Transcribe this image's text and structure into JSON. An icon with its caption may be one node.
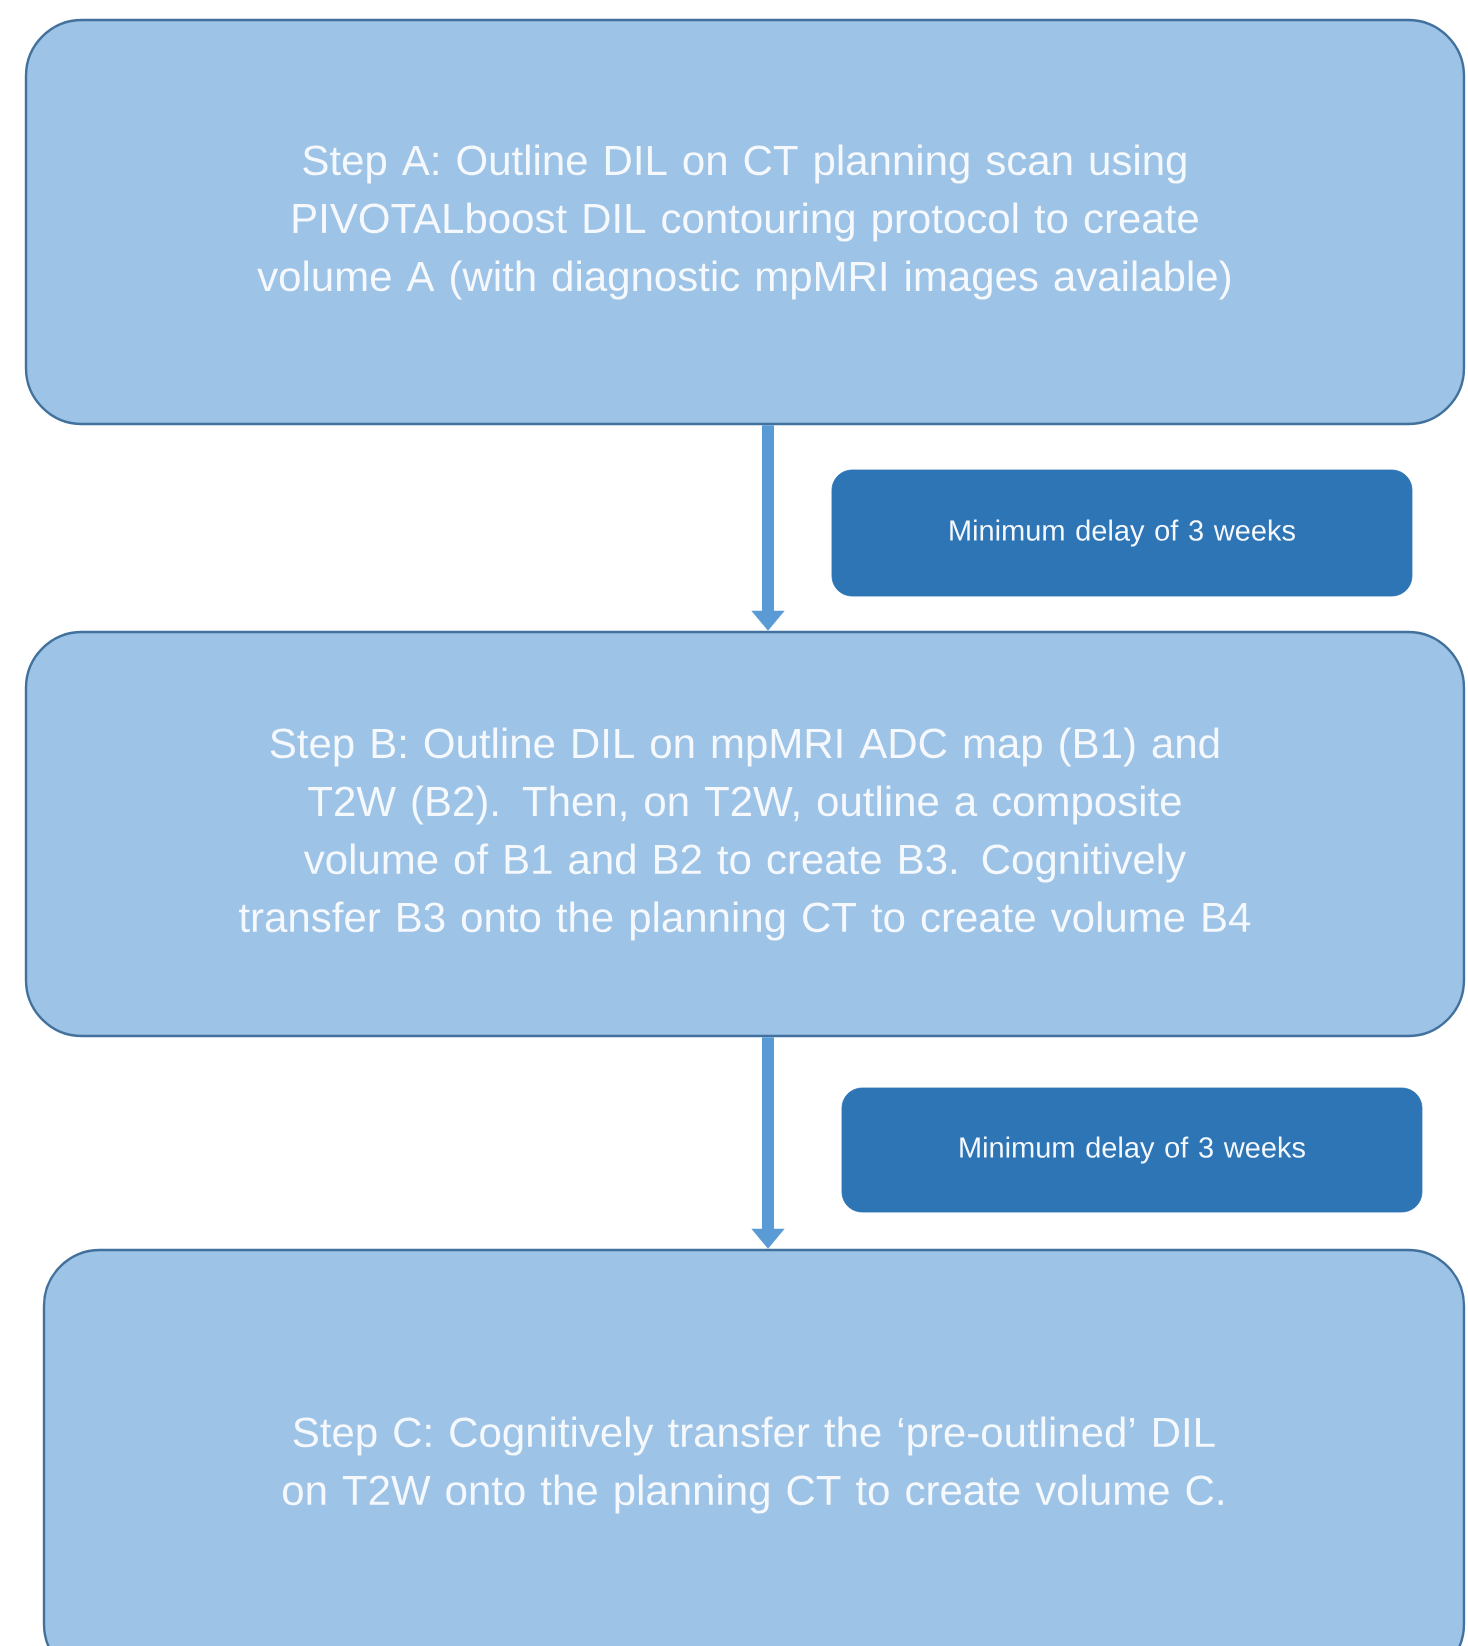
{
  "diagram": {
    "nodes": [
      {
        "text": [
          "Step A: Outline DIL on CT planning scan using PIVOTALboost DIL contouring protocol to create volume A (with diagnostic mpMRI images available)"
        ]
      },
      {
        "text": [
          "Minimum delay of 3 weeks"
        ]
      },
      {
        "text": [
          "Step B: Outline DIL on mpMRI ADC map (B1) and T2W (B2). Then, on T2W, outline a composite volume of B1 and B2 to create B3. Cognitively transfer B3 onto the planning CT to create volume B4"
        ]
      },
      {
        "text": [
          "Minimum delay of 3 weeks"
        ]
      },
      {
        "text": [
          "Step C: Cognitively transfer the ‘pre-outlined’ DIL on T2W onto the planning CT to create volume C."
        ]
      }
    ],
    "edges": [
      {
        "from": 0,
        "to": 2,
        "arrow": "to"
      },
      {
        "from": 2,
        "to": 4,
        "arrow": "to"
      }
    ]
  }
}
